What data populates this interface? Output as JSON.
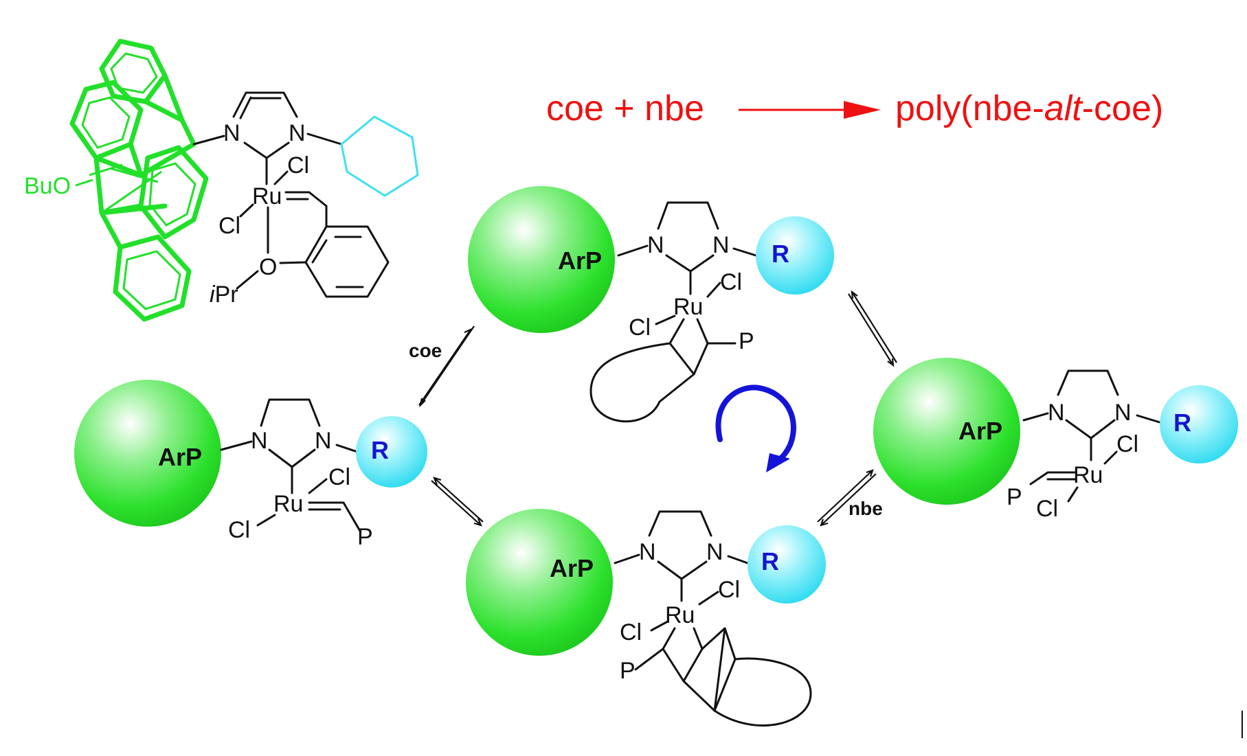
{
  "reaction": {
    "reactants": "coe + nbe",
    "product_prefix": "poly(nbe-",
    "product_italic": "alt",
    "product_suffix": "-coe)"
  },
  "labels": {
    "sphere": "ArP",
    "r_group": "R",
    "condition_coe": "coe",
    "condition_nbe": "nbe"
  },
  "atoms": {
    "N": "N",
    "Ru": "Ru",
    "Cl": "Cl",
    "O": "O",
    "P": "P",
    "BuO": "BuO",
    "iPr_i": "i",
    "iPr_rest": "Pr"
  },
  "colors": {
    "sphere": "#22e02a",
    "r_sphere": "#3ee0f2",
    "r_text": "#1515d0",
    "reaction_text": "#ee1111",
    "cycle_arrow": "#1414d8"
  }
}
